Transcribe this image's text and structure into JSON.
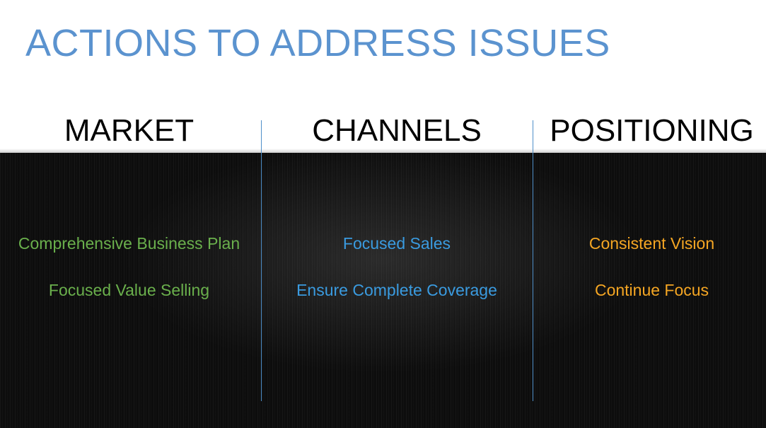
{
  "title": "ACTIONS TO ADDRESS ISSUES",
  "colors": {
    "title": "#5b93cf",
    "market_text": "#6ab04c",
    "channels_text": "#3a9be0",
    "positioning_text": "#f5a623",
    "divider": "#4f8fc9"
  },
  "columns": [
    {
      "heading": "MARKET",
      "actions": [
        "Comprehensive Business Plan",
        "Focused Value Selling"
      ]
    },
    {
      "heading": "CHANNELS",
      "actions": [
        "Focused Sales",
        "Ensure Complete Coverage"
      ]
    },
    {
      "heading": "POSITIONING",
      "actions": [
        "Consistent Vision",
        "Continue Focus"
      ]
    }
  ]
}
